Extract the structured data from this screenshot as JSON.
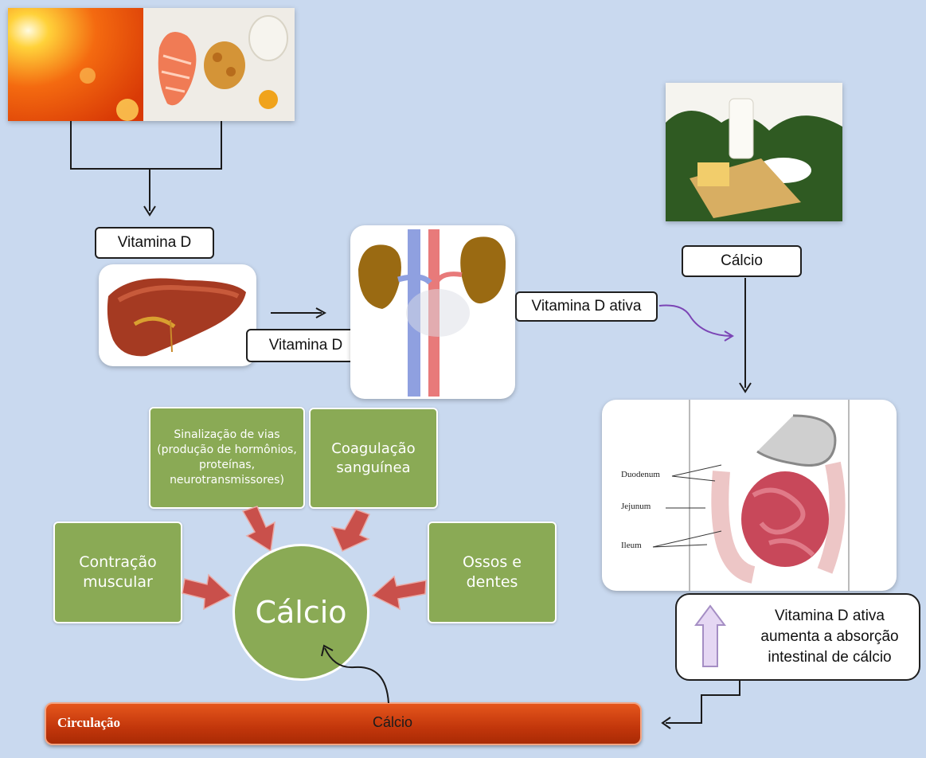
{
  "labels": {
    "vitamina_d_top": "Vitamina D",
    "vitamina_d_mid": "Vitamina D",
    "vitamina_d_ativa": "Vitamina D ativa",
    "calcio_top": "Cálcio"
  },
  "green_boxes": {
    "sinalizacao": "Sinalização de vias (produção de hormônios, proteínas, neurotransmissores)",
    "coagulacao": "Coagulação sanguínea",
    "contracao": "Contração muscular",
    "ossos": "Ossos e dentes"
  },
  "center": {
    "label": "Cálcio"
  },
  "circulation": {
    "label": "Circulação",
    "calcio": "Cálcio"
  },
  "absorption": {
    "text": "Vitamina D ativa aumenta a absorção intestinal de cálcio"
  },
  "intestine_labels": {
    "duodenum": "Duodenum",
    "jejunum": "Jejunum",
    "ileum": "Ileum"
  },
  "colors": {
    "green": "#8aaa55",
    "red_bar": "#c2360b",
    "arrow_red": "#c9504b",
    "background": "#c9d9ef"
  }
}
